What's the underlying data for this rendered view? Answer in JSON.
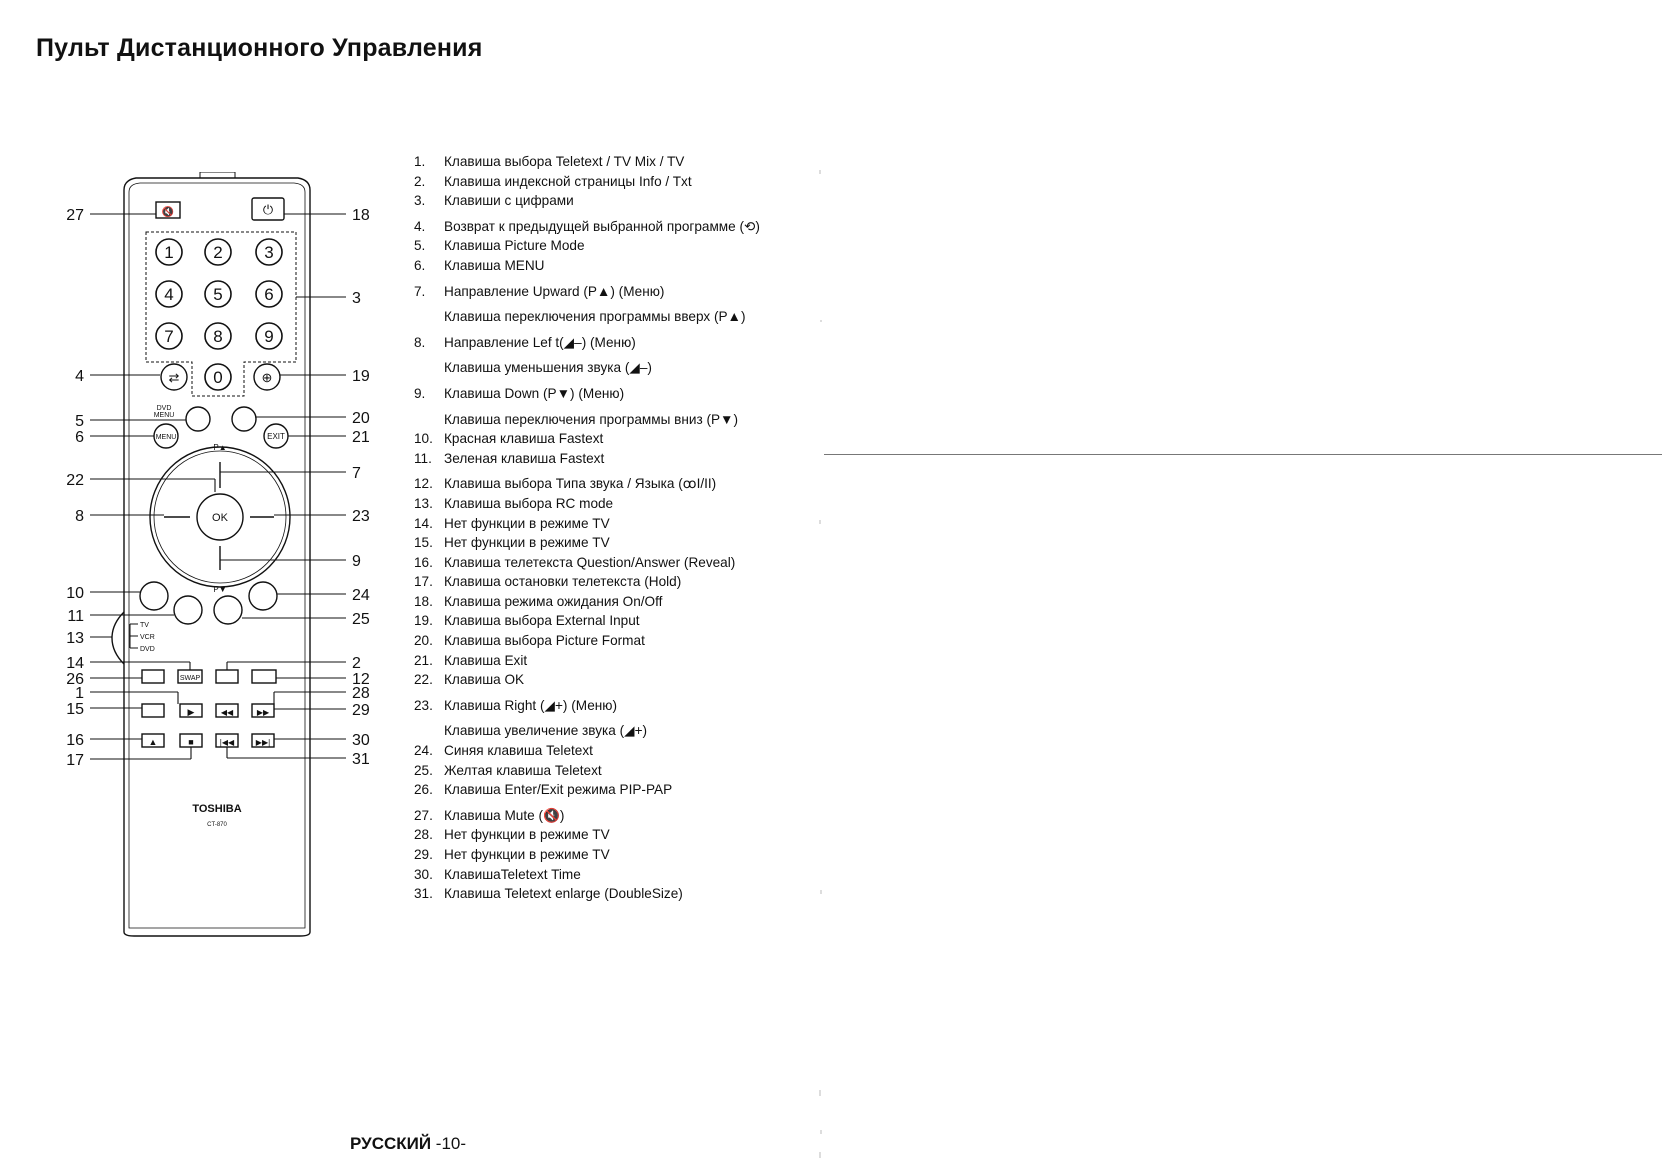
{
  "page": {
    "title": "Пульт Дистанционного Управления",
    "footer_lang": "РУССКИЙ",
    "footer_page": "-10-"
  },
  "remote": {
    "brand": "TOSHIBA",
    "model": "CT-870",
    "number_keys": [
      "1",
      "2",
      "3",
      "4",
      "5",
      "6",
      "7",
      "8",
      "9",
      "0"
    ],
    "label_dvd_menu_1": "DVD",
    "label_dvd_menu_2": "MENU",
    "label_menu": "MENU",
    "label_exit": "EXIT",
    "label_ok": "OK",
    "label_p_up": "P▲",
    "label_p_down": "P▼",
    "label_swap": "SWAP",
    "mode_tv": "TV",
    "mode_vcr": "VCR",
    "mode_dvd": "DVD",
    "callouts_left": [
      "27",
      "4",
      "5",
      "6",
      "22",
      "8",
      "10",
      "11",
      "13",
      "14",
      "26",
      "1",
      "15",
      "16",
      "17"
    ],
    "callouts_right": [
      "18",
      "3",
      "19",
      "20",
      "21",
      "7",
      "23",
      "9",
      "24",
      "25",
      "2",
      "12",
      "28",
      "29",
      "30",
      "31"
    ]
  },
  "items": [
    {
      "num": "1.",
      "text": "Клавиша выбора Teletext / TV Mix / TV"
    },
    {
      "num": "2.",
      "text": "Клавиша индексной страницы Info / Txt"
    },
    {
      "num": "3.",
      "text": "Клавиши с цифрами"
    },
    {
      "num": "4.",
      "text": "Возврат к предыдущей выбранной программе (⟲)"
    },
    {
      "num": "5.",
      "text": "Клавиша Picture Mode"
    },
    {
      "num": "6.",
      "text": "Клавиша MENU"
    },
    {
      "num": "7.",
      "text": "Направление Upward (P▲) (Меню)",
      "sub": "Клавиша переключения программы вверх (P▲)"
    },
    {
      "num": "8.",
      "text": "Направление Lef t(◢–) (Меню)",
      "sub": "Клавиша уменьшения звука (◢–)"
    },
    {
      "num": "9.",
      "text": "Клавиша Down (P▼) (Меню)",
      "sub": "Клавиша переключения программы вниз (P▼)"
    },
    {
      "num": "10.",
      "text": "Красная клавиша Fastext"
    },
    {
      "num": "11.",
      "text": "Зеленая клавиша Fastext"
    },
    {
      "num": "12.",
      "text": "Клавиша выбора Типа звука / Языка (ꝏI/II)"
    },
    {
      "num": "13.",
      "text": "Клавиша выбора RC mode"
    },
    {
      "num": "14.",
      "text": "Нет функции в режиме TV"
    },
    {
      "num": "15.",
      "text": "Нет функции в режиме TV"
    },
    {
      "num": "16.",
      "text": "Клавиша телетекста Question/Answer (Reveal)"
    },
    {
      "num": "17.",
      "text": "Клавиша остановки телетекста (Hold)"
    },
    {
      "num": "18.",
      "text": "Клавиша режима ожидания On/Off"
    },
    {
      "num": "19.",
      "text": "Клавиша выбора External Input"
    },
    {
      "num": "20.",
      "text": "Клавиша выбора Picture Format"
    },
    {
      "num": "21.",
      "text": "Клавиша Exit"
    },
    {
      "num": "22.",
      "text": "Клавиша OK"
    },
    {
      "num": "23.",
      "text": "Клавиша Right (◢+) (Меню)",
      "sub": "Клавиша увеличение звука (◢+)"
    },
    {
      "num": "24.",
      "text": "Синяя клавиша Teletext"
    },
    {
      "num": "25.",
      "text": "Желтая клавиша Teletext"
    },
    {
      "num": "26.",
      "text": "Клавиша Enter/Exit режима PIP-PAP"
    },
    {
      "num": "27.",
      "text": "Клавиша Mute (🔇)"
    },
    {
      "num": "28.",
      "text": "Нет функции в режиме TV"
    },
    {
      "num": "29.",
      "text": "Нет функции в режиме TV"
    },
    {
      "num": "30.",
      "text": "КлавишаTeletext Time"
    },
    {
      "num": "31.",
      "text": "Клавиша Teletext enlarge (DoubleSize)"
    }
  ]
}
